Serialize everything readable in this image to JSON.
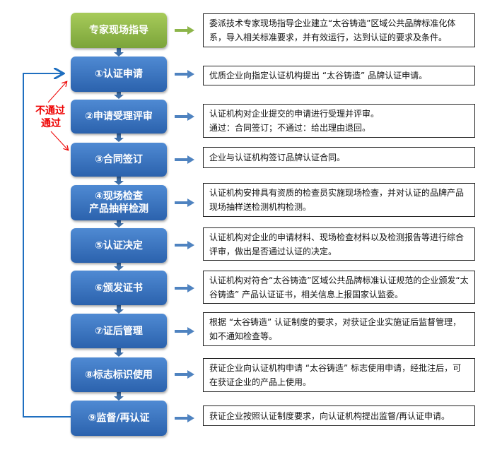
{
  "steps": [
    {
      "label": "专家现场指导",
      "desc": "委派技术专家现场指导企业建立“太谷铸造”区域公共品牌标准化体系，导入相关标准要求，并有效运行，达到认证的要求及条件。"
    },
    {
      "label": "①认证申请",
      "desc": "优质企业向指定认证机构提出 “太谷铸造” 品牌认证申请。"
    },
    {
      "label": "②申请受理评审",
      "desc": "认证机构对企业提交的申请进行受理并评审。",
      "desc2": "通过：合同签订；不通过：给出理由退回。"
    },
    {
      "label": "③合同签订",
      "desc": "企业与认证机构签订品牌认证合同。"
    },
    {
      "label": "④现场检查",
      "label2": "产品抽样检测",
      "desc": "认证机构安排具有资质的检查员实施现场检查，并对认证的品牌产品现场抽样送检测机构检测。"
    },
    {
      "label": "⑤认证决定",
      "desc": "认证机构对企业的申请材料、现场检查材料以及检测报告等进行综合评审，做出是否通过认证的决定。"
    },
    {
      "label": "⑥颁发证书",
      "desc": "认证机构对符合“太谷铸造”区域公共品牌标准认证规范的企业颁发“太谷铸造” 产品认证证书，相关信息上报国家认监委。"
    },
    {
      "label": "⑦证后管理",
      "desc": "根据 “太谷铸造” 认证制度的要求，对获证企业实施证后监督管理，如不通知检查等。"
    },
    {
      "label": "⑧标志标识使用",
      "desc": "获证企业向认证机构申请 “太谷铸造” 标志使用申请，经批注后，可在获证企业的产品上使用。"
    },
    {
      "label": "⑨监督/再认证",
      "desc": "获证企业按照认证制度要求，向认证机构提出监督/再认证申请。"
    }
  ],
  "branch": {
    "fail": "不通过",
    "pass": "通过"
  },
  "colors": {
    "blue": "#2b62ad",
    "green": "#7ba43a",
    "red": "#e00000",
    "loop": "#1f6fc0"
  }
}
